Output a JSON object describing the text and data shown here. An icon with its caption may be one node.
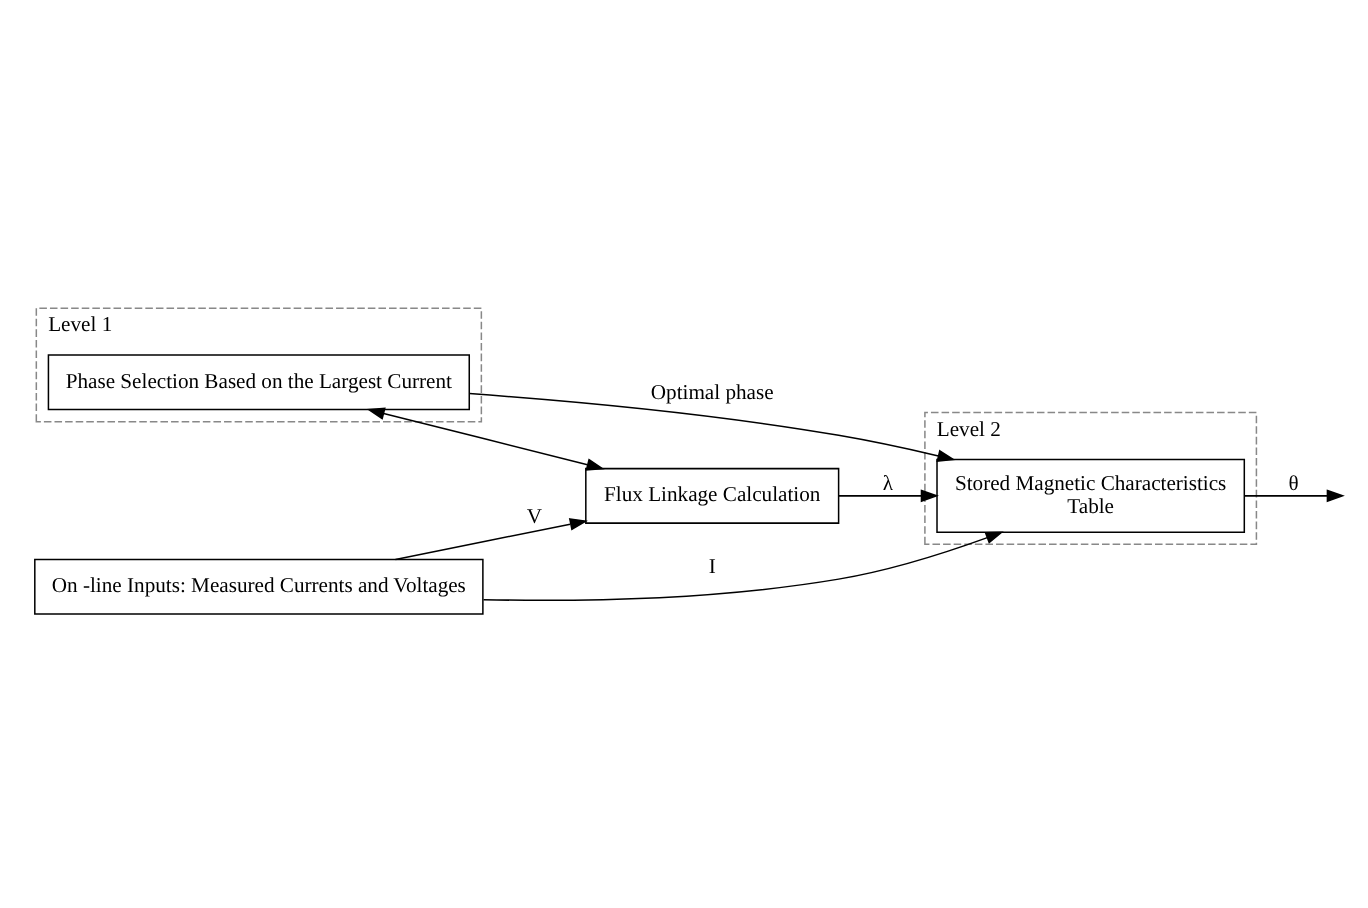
{
  "diagram": {
    "nodes": [
      {
        "text": [
          "Level 1"
        ]
      },
      {
        "text": [
          "Phase Selection Based on the Largest Current"
        ],
        "in": 0
      },
      {
        "text": [
          "Level 2"
        ]
      },
      {
        "text": [
          "Stored Magnetic Characteristics",
          "Table"
        ],
        "in": 2
      },
      {
        "text": [
          "On -line Inputs: Measured Currents and Voltages"
        ]
      },
      {
        "text": [
          "Flux Linkage Calculation"
        ]
      }
    ],
    "edges": [
      {
        "from": 1,
        "to": 3,
        "arrow": "to",
        "label": "Optimal phase"
      },
      {
        "from": 4,
        "to": 3,
        "arrow": "to",
        "label": "I"
      },
      {
        "from": 4,
        "to": 5,
        "arrow": "to",
        "label": "V"
      },
      {
        "from": 1,
        "to": 5,
        "arrow": "both"
      },
      {
        "from": 5,
        "to": 3,
        "arrow": "to",
        "label": "λ"
      },
      {
        "from": 3,
        "to": null,
        "arrow": "to",
        "label": "θ"
      }
    ]
  }
}
